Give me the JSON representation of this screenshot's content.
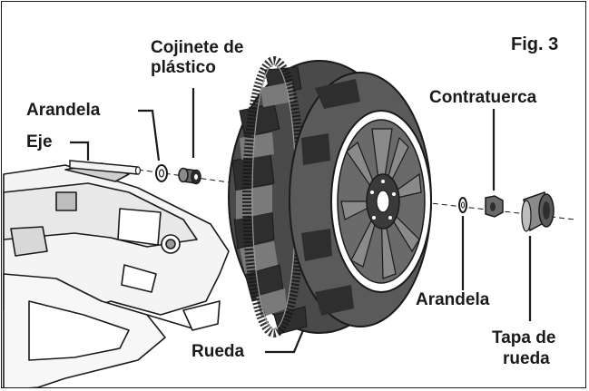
{
  "figure": {
    "title": "Fig. 3"
  },
  "labels": {
    "bearing_line1": "Cojinete de",
    "bearing_line2": "plástico",
    "washer_left": "Arandela",
    "axle": "Eje",
    "locknut": "Contratuerca",
    "washer_right": "Arandela",
    "wheel": "Rueda",
    "hubcap_line1": "Tapa de",
    "hubcap_line2": "rueda"
  },
  "colors": {
    "ink": "#1a1a1a",
    "tire": "#4a4a4a",
    "tire_dark": "#2e2e2e",
    "tire_light": "#8a8a8a",
    "rim": "#555555",
    "body_fill": "#f4f4f4"
  }
}
